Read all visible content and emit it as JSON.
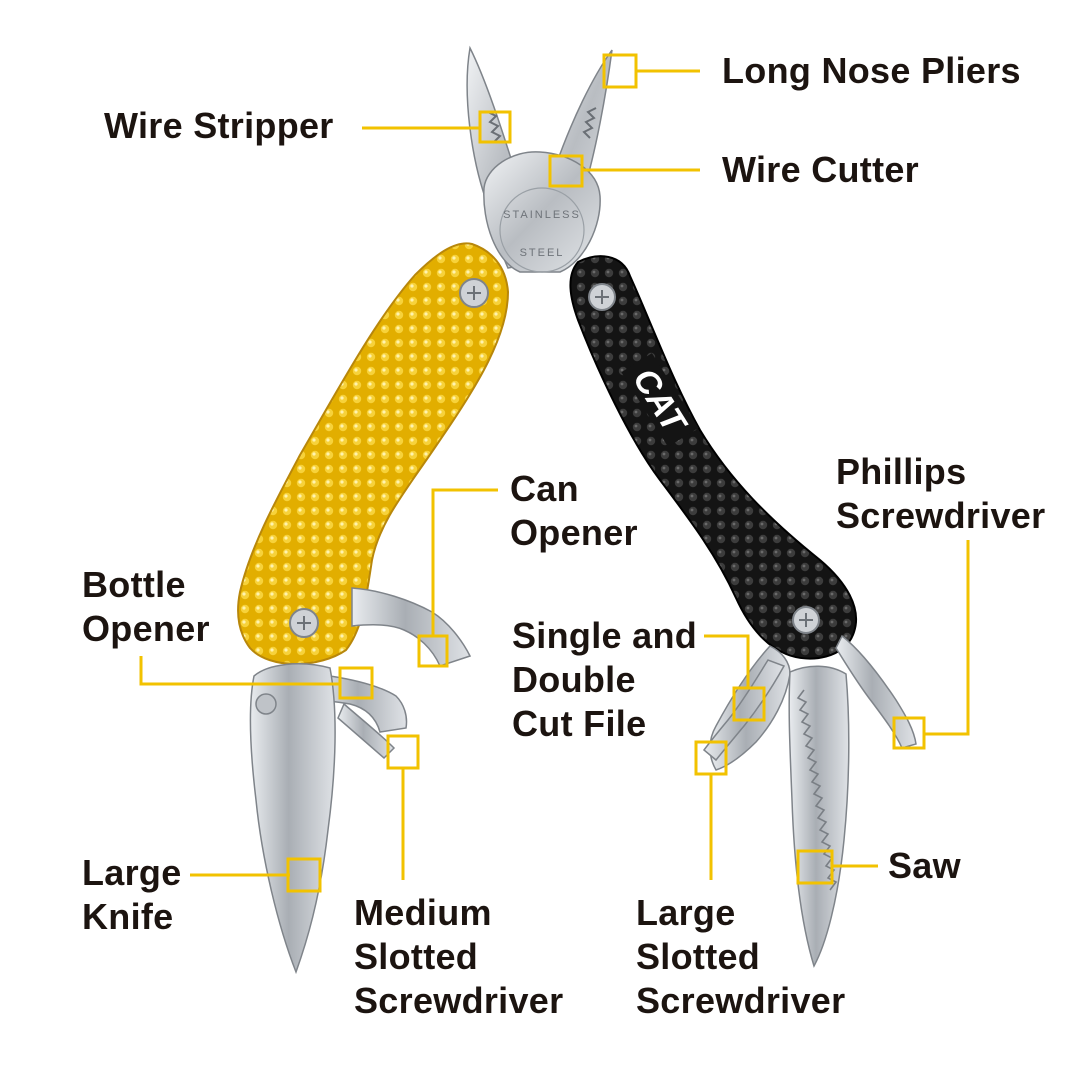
{
  "colors": {
    "leader": "#f2c200",
    "label_text": "#1c1410",
    "handle_yellow": "#e8b400",
    "handle_black": "#1a1a1a",
    "steel": "#c8cbcf"
  },
  "tool": {
    "engraving": [
      "STAINLESS",
      "STEEL"
    ],
    "logo": "CAT"
  },
  "labels": {
    "wire_stripper": "Wire Stripper",
    "long_nose_pliers": "Long Nose Pliers",
    "wire_cutter": "Wire Cutter",
    "can_opener": [
      "Can",
      "Opener"
    ],
    "phillips": [
      "Phillips",
      "Screwdriver"
    ],
    "bottle_opener": [
      "Bottle",
      "Opener"
    ],
    "file": [
      "Single and",
      "Double",
      "Cut File"
    ],
    "large_knife": [
      "Large",
      "Knife"
    ],
    "saw": "Saw",
    "medium_slotted": [
      "Medium",
      "Slotted",
      "Screwdriver"
    ],
    "large_slotted": [
      "Large",
      "Slotted",
      "Screwdriver"
    ]
  }
}
